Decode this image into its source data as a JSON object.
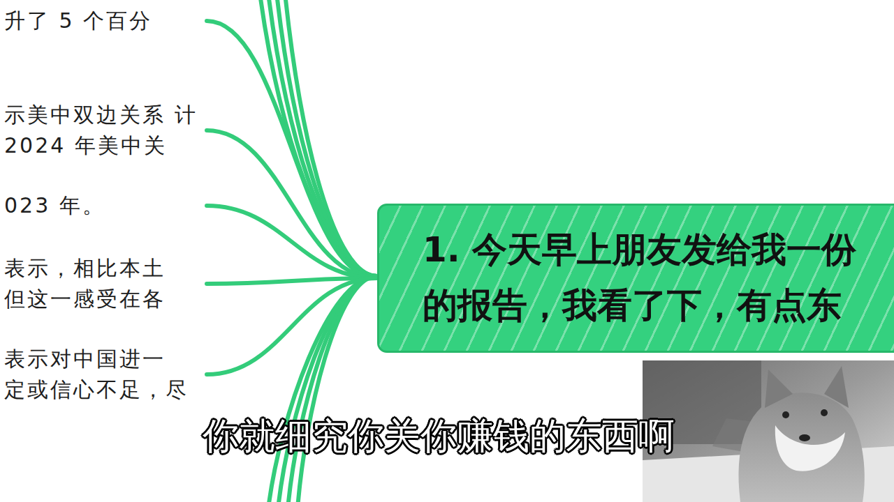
{
  "diagram": {
    "nodes": [
      {
        "text": [
          "1. 今天早上朋友发给我一份 的报告，我看了下，有点东"
        ]
      },
      {
        "text": [
          "升了 5 个百分"
        ]
      },
      {
        "text": [
          "示美中双边关系 计 2024 年美中关"
        ]
      },
      {
        "text": [
          "023 年。"
        ]
      },
      {
        "text": [
          "表示，相比本土 但这一感受在各"
        ]
      },
      {
        "text": [
          "表示对中国进一 定或信心不足，尽"
        ]
      }
    ],
    "edges": [
      {
        "from": 0,
        "to": 1,
        "arrow": "none"
      },
      {
        "from": 0,
        "to": 2,
        "arrow": "none"
      },
      {
        "from": 0,
        "to": 3,
        "arrow": "none"
      },
      {
        "from": 0,
        "to": 4,
        "arrow": "none"
      },
      {
        "from": 0,
        "to": 5,
        "arrow": "none"
      }
    ],
    "labels": [
      "你就细究你关你赚钱的东西啊"
    ]
  }
}
